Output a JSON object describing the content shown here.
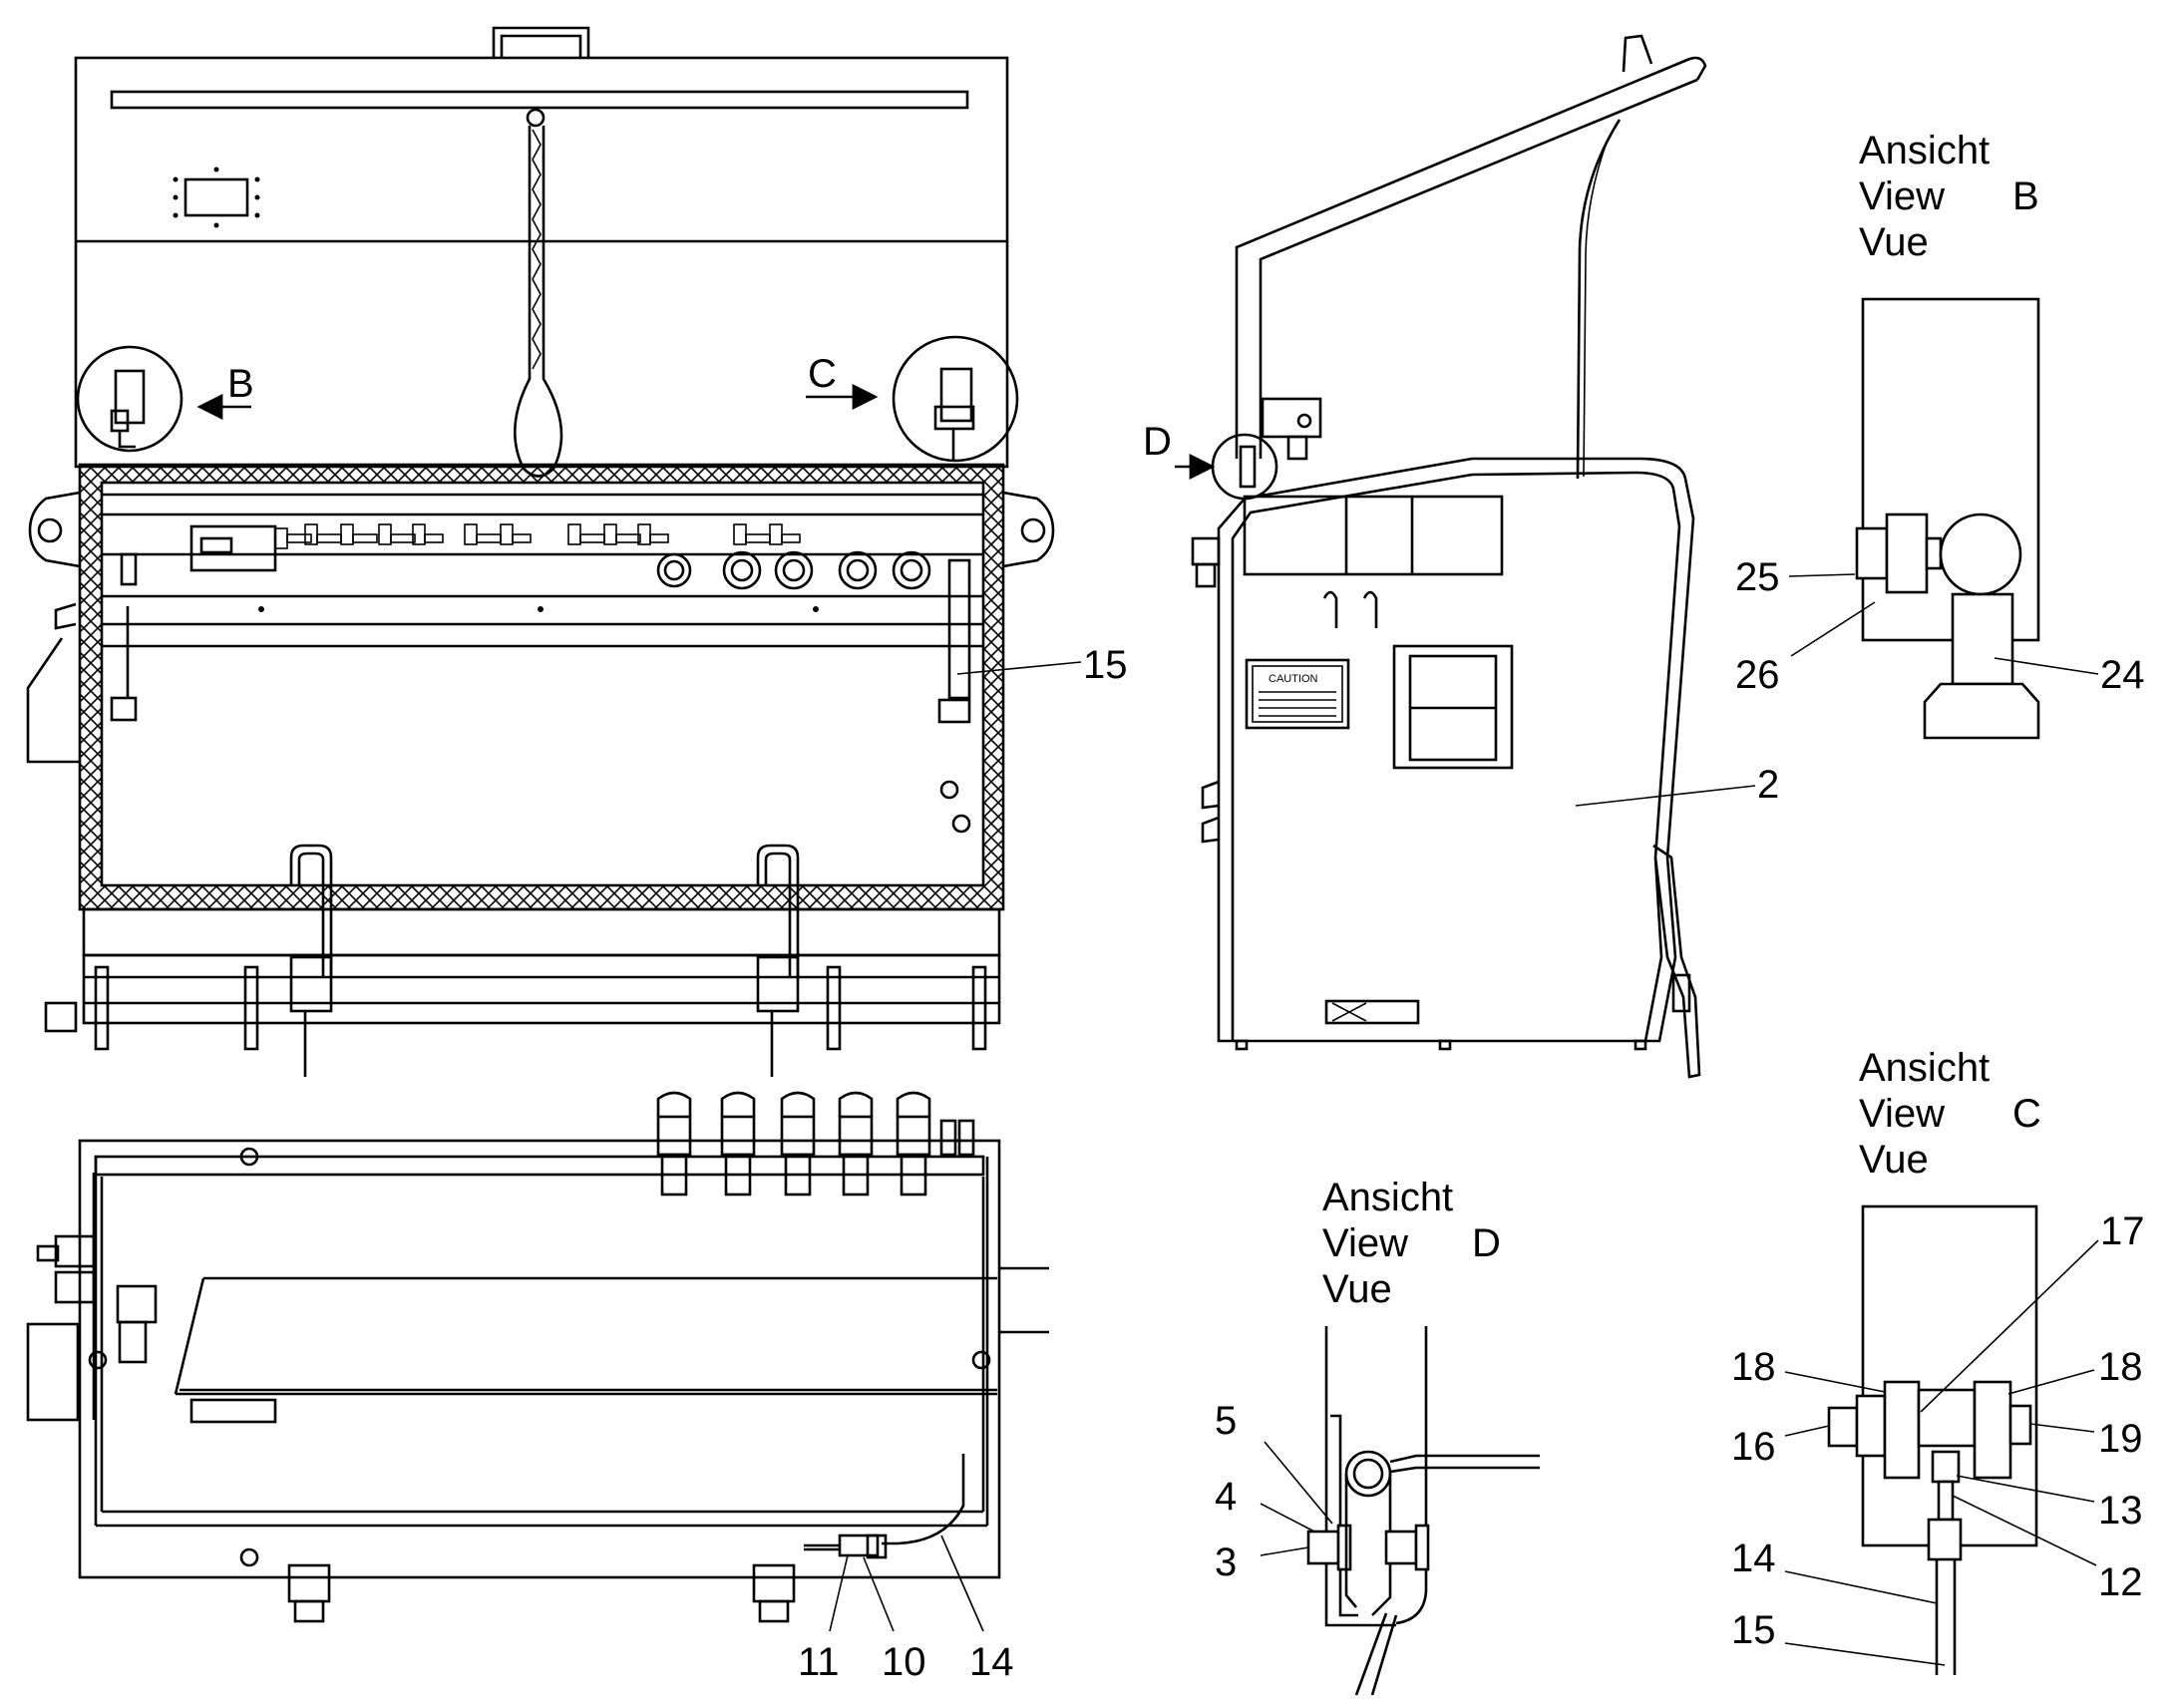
{
  "arrow_letters": {
    "b": "B",
    "c": "C",
    "d": "D"
  },
  "views": {
    "b": [
      "Ansicht",
      "View",
      "B",
      "Vue"
    ],
    "c": [
      "Ansicht",
      "View",
      "C",
      "Vue"
    ],
    "d": [
      "Ansicht",
      "View",
      "D",
      "Vue"
    ]
  },
  "caution_label": "CAUTION",
  "callouts": {
    "front_15": "15",
    "side_2": "2",
    "top_11": "11",
    "top_10": "10",
    "top_14": "14",
    "vb_25": "25",
    "vb_26": "26",
    "vb_24": "24",
    "vd_5": "5",
    "vd_4": "4",
    "vd_3": "3",
    "vc_17": "17",
    "vc_18l": "18",
    "vc_18r": "18",
    "vc_16": "16",
    "vc_19": "19",
    "vc_13": "13",
    "vc_12": "12",
    "vc_14": "14",
    "vc_15": "15"
  }
}
